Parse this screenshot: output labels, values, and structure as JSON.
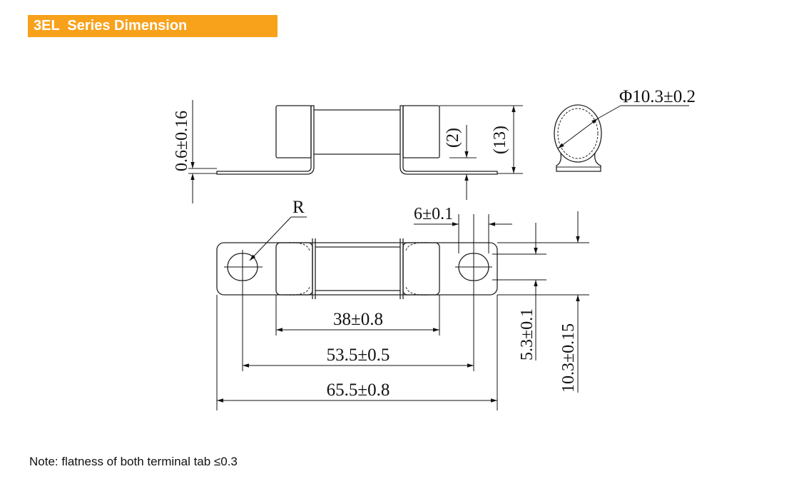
{
  "header": {
    "title": "3EL  Series Dimension",
    "accent_color": "#f8a11b"
  },
  "dimensions": {
    "tab_thickness": "0.6±0.16",
    "step_height": "(2)",
    "total_height": "(13)",
    "diameter": "Φ10.3±0.2",
    "radius": "R",
    "hole_width": "6±0.1",
    "body_length": "38±0.8",
    "hole_spacing": "53.5±0.5",
    "overall_length": "65.5±0.8",
    "hole_height": "5.3±0.1",
    "tab_width": "10.3±0.15"
  },
  "note": "Note: flatness of both terminal tab ≤0.3"
}
